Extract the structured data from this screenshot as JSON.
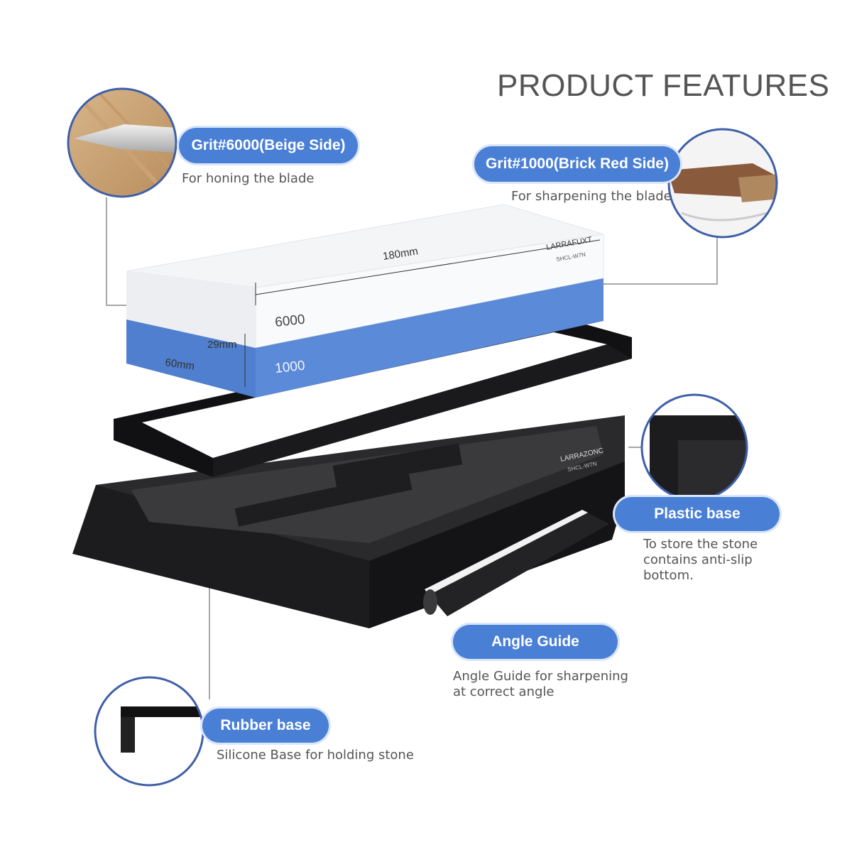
{
  "title": "PRODUCT FEATURES",
  "colors": {
    "accent": "#4a7fd6",
    "stone_blue": "#5b8ad8",
    "stone_white": "#f6f7f9",
    "plastic": "#1f1f21"
  },
  "stone": {
    "length": "180mm",
    "height": "29mm",
    "width": "60mm",
    "grit_top": "6000",
    "grit_bottom": "1000",
    "brand": "LARRAFUXT",
    "brand_sub": "SHCL-W7N"
  },
  "base_brand": {
    "brand": "LARRAZONC",
    "brand_sub": "SHCL-W7N"
  },
  "features": {
    "beige": {
      "label": "Grit#6000(Beige Side)",
      "desc": "For honing the blade"
    },
    "red": {
      "label": "Grit#1000(Brick Red Side)",
      "desc": "For sharpening the blade"
    },
    "plastic": {
      "label": "Plastic base",
      "desc": "To store the stone\ncontains anti-slip\nbottom."
    },
    "angle": {
      "label": "Angle Guide",
      "desc": "Angle Guide for sharpening\nat correct angle"
    },
    "rubber": {
      "label": "Rubber base",
      "desc": "Silicone Base for holding stone"
    }
  },
  "icons": [
    "knife-honing-icon",
    "knife-sharpening-icon",
    "plastic-corner-icon",
    "rubber-corner-icon"
  ]
}
